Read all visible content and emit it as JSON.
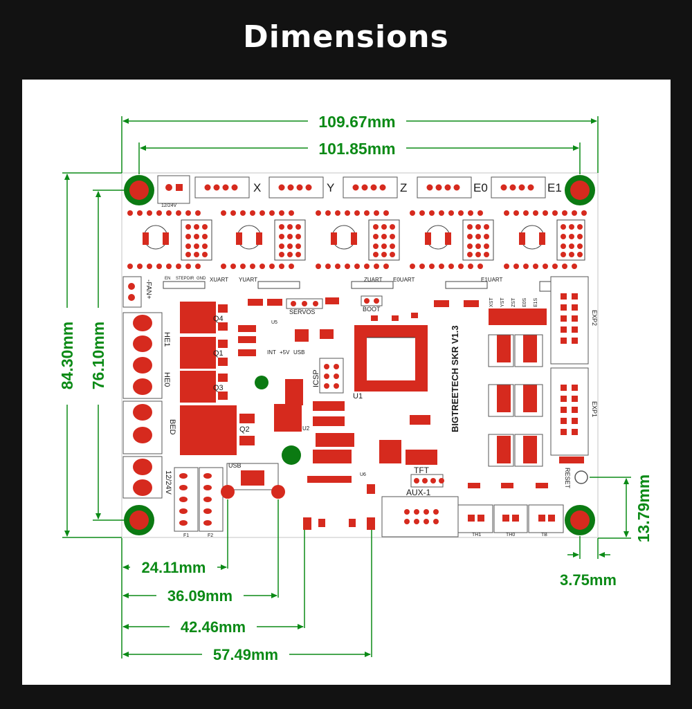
{
  "title": "Dimensions",
  "colors": {
    "background": "#121212",
    "panel": "#ffffff",
    "dimension": "#0b8a16",
    "pad": "#d62a1e",
    "mount_ring": "#0b7a12"
  },
  "dimensions": {
    "overall_width": "109.67mm",
    "hole_spacing_width": "101.85mm",
    "overall_height": "84.30mm",
    "hole_spacing_height": "76.10mm",
    "usb_offset": "24.11mm",
    "sd_offset_1": "36.09mm",
    "sd_offset_2": "42.46mm",
    "sd_offset_3": "57.49mm",
    "right_hole_offset": "3.75mm",
    "bottom_offset": "13.79mm"
  },
  "board": {
    "name": "BIGTREETECH  SKR V1.3",
    "axis_labels": [
      "X",
      "Y",
      "Z",
      "E0",
      "E1"
    ],
    "power_label": "12/24V",
    "fan_label": "-FAN+",
    "heaters": [
      "HE1",
      "HE0",
      "BED"
    ],
    "mosfets": [
      "Q4",
      "Q1",
      "Q3",
      "Q2"
    ],
    "headers": [
      "EXP2",
      "EXP1",
      "TFT",
      "AUX-1",
      "SERVOS",
      "BOOT",
      "ICSP",
      "USB",
      "RESET"
    ],
    "uart_labels": [
      "XUART",
      "YUART",
      "ZUART",
      "E0UART",
      "E1UART"
    ],
    "endstops": [
      "XST",
      "YST",
      "ZST",
      "E0S",
      "E1S"
    ],
    "thermistors": [
      "TH1",
      "TH0",
      "TB"
    ],
    "chips": [
      "U1",
      "U5",
      "U2",
      "U6"
    ],
    "fuses": [
      "F1",
      "F2"
    ],
    "power_select": [
      "INT",
      "+5V",
      "USB"
    ],
    "driver_pins": [
      "EN",
      "STEP",
      "DIR",
      "GND"
    ]
  }
}
